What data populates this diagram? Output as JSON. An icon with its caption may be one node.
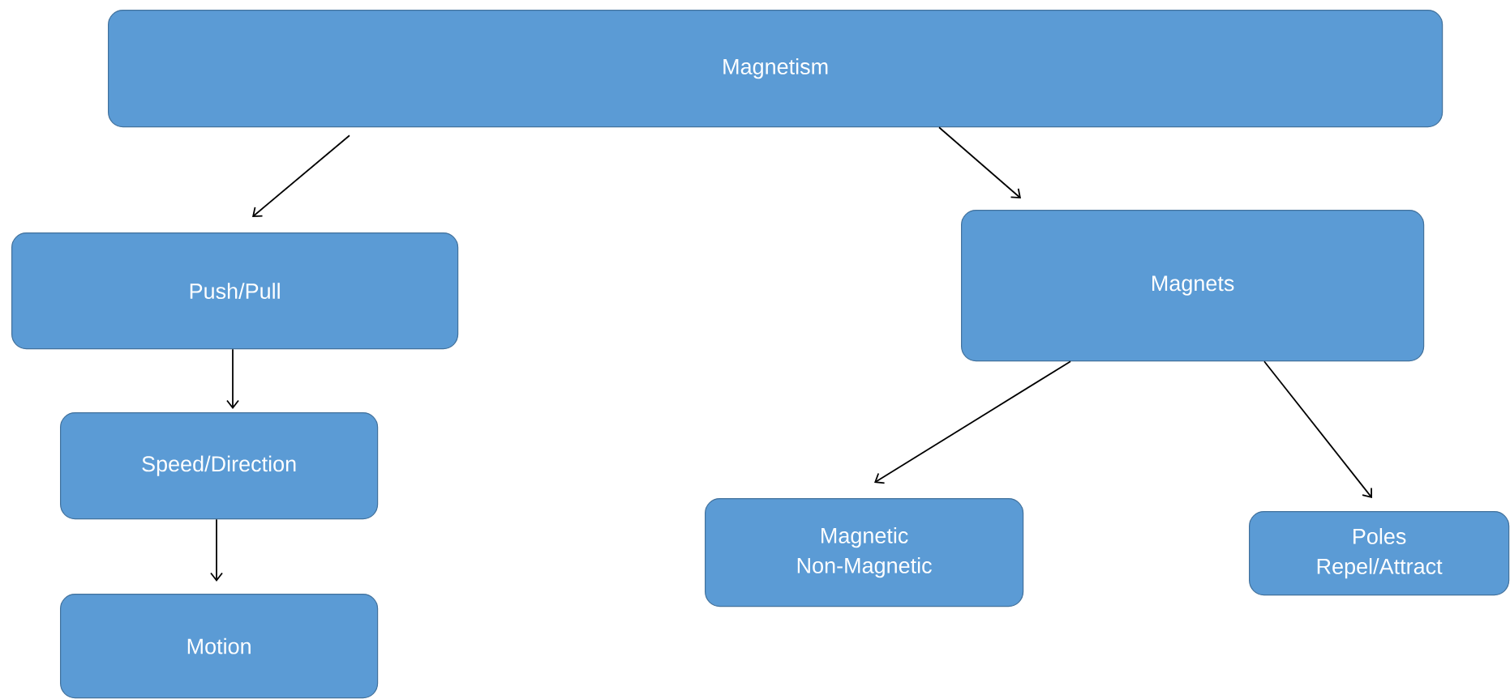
{
  "diagram": {
    "nodes": [
      {
        "text": [
          "Magnetism"
        ]
      },
      {
        "text": [
          "Push/Pull"
        ]
      },
      {
        "text": [
          "Magnets"
        ]
      },
      {
        "text": [
          "Speed/Direction"
        ]
      },
      {
        "text": [
          "Magnetic",
          "Non-Magnetic"
        ]
      },
      {
        "text": [
          "Poles",
          "Repel/Attract"
        ]
      },
      {
        "text": [
          "Motion"
        ]
      }
    ],
    "edges": [
      {
        "from": 0,
        "to": 1,
        "arrow": "to"
      },
      {
        "from": 0,
        "to": 2,
        "arrow": "to"
      },
      {
        "from": 1,
        "to": 3,
        "arrow": "to"
      },
      {
        "from": 3,
        "to": 6,
        "arrow": "to"
      },
      {
        "from": 2,
        "to": 4,
        "arrow": "to"
      },
      {
        "from": 2,
        "to": 5,
        "arrow": "to"
      }
    ]
  }
}
